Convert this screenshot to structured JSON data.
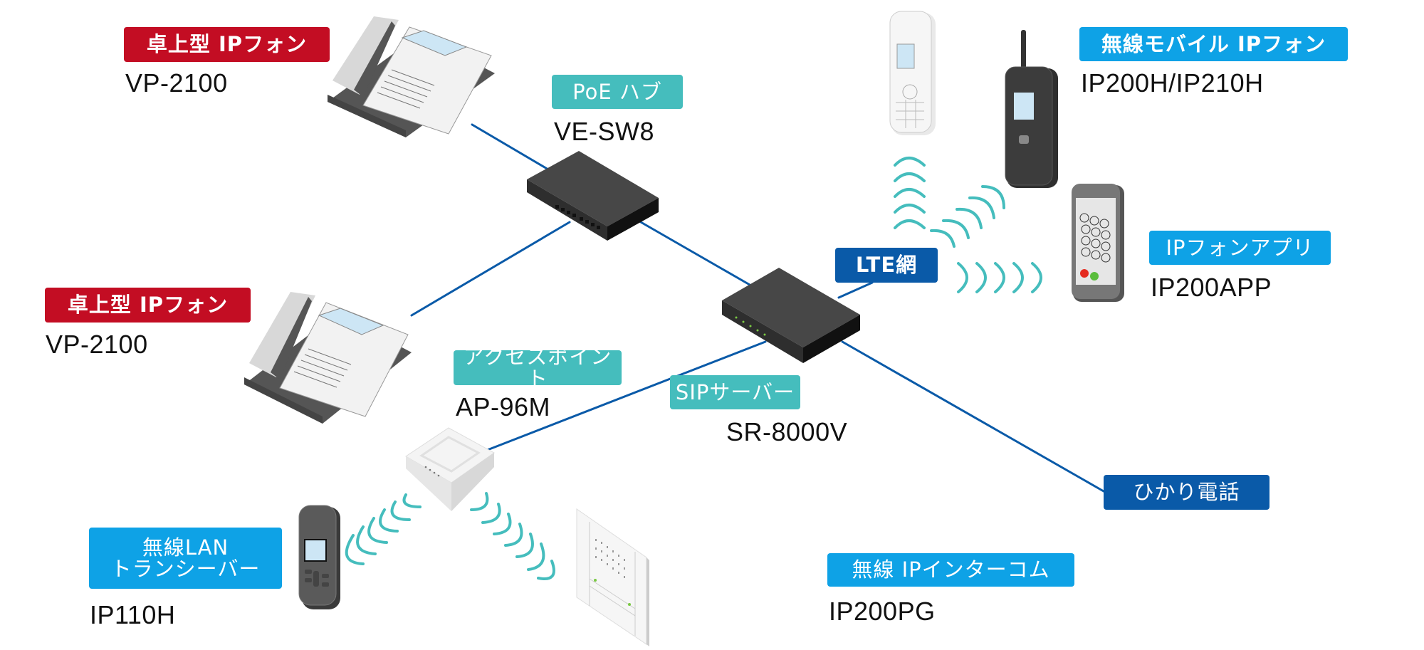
{
  "diagram": {
    "title": "IP network system configuration",
    "colors": {
      "link_line": "#0a5aa8",
      "wireless_wave": "#45bdbd",
      "label_red": "#c30d23",
      "label_teal": "#45bdbd",
      "label_sky": "#0ea2e6",
      "label_navy": "#0a5aa8"
    },
    "nodes": [
      {
        "id": "desk-phone-1",
        "category": "卓上型 IPフォン",
        "model": "VP-2100",
        "icon": "desk-ip-phone-icon"
      },
      {
        "id": "desk-phone-2",
        "category": "卓上型 IPフォン",
        "model": "VP-2100",
        "icon": "desk-ip-phone-icon"
      },
      {
        "id": "poe-hub",
        "category": "PoE ハブ",
        "model": "VE-SW8",
        "icon": "network-switch-icon"
      },
      {
        "id": "sip-server",
        "category": "SIPサーバー",
        "model": "SR-8000V",
        "icon": "sip-server-icon"
      },
      {
        "id": "access-point",
        "category": "アクセスポイント",
        "model": "AP-96M",
        "icon": "wireless-access-point-icon"
      },
      {
        "id": "lte",
        "category": "LTE網",
        "model": "",
        "icon": ""
      },
      {
        "id": "hikari",
        "category": "ひかり電話",
        "model": "",
        "icon": ""
      },
      {
        "id": "mobile-ip-phone",
        "category": "無線モバイル IPフォン",
        "model": "IP200H/IP210H",
        "icon": "mobile-handset-icon"
      },
      {
        "id": "ip-phone-app",
        "category": "IPフォンアプリ",
        "model": "IP200APP",
        "icon": "smartphone-icon"
      },
      {
        "id": "wlan-transceiver",
        "category": "無線LAN\nトランシーバー",
        "model": "IP110H",
        "icon": "transceiver-icon"
      },
      {
        "id": "ip-intercom",
        "category": "無線 IPインターコム",
        "model": "IP200PG",
        "icon": "intercom-panel-icon"
      }
    ],
    "links": [
      {
        "from": "desk-phone-1",
        "to": "poe-hub",
        "type": "wired"
      },
      {
        "from": "desk-phone-2",
        "to": "poe-hub",
        "type": "wired"
      },
      {
        "from": "poe-hub",
        "to": "sip-server",
        "type": "wired"
      },
      {
        "from": "access-point",
        "to": "sip-server",
        "type": "wired"
      },
      {
        "from": "sip-server",
        "to": "lte",
        "type": "wired"
      },
      {
        "from": "sip-server",
        "to": "hikari",
        "type": "wired"
      },
      {
        "from": "lte",
        "to": "mobile-ip-phone",
        "type": "wireless"
      },
      {
        "from": "lte",
        "to": "ip-phone-app",
        "type": "wireless"
      },
      {
        "from": "access-point",
        "to": "wlan-transceiver",
        "type": "wireless"
      },
      {
        "from": "access-point",
        "to": "ip-intercom",
        "type": "wireless"
      }
    ]
  }
}
